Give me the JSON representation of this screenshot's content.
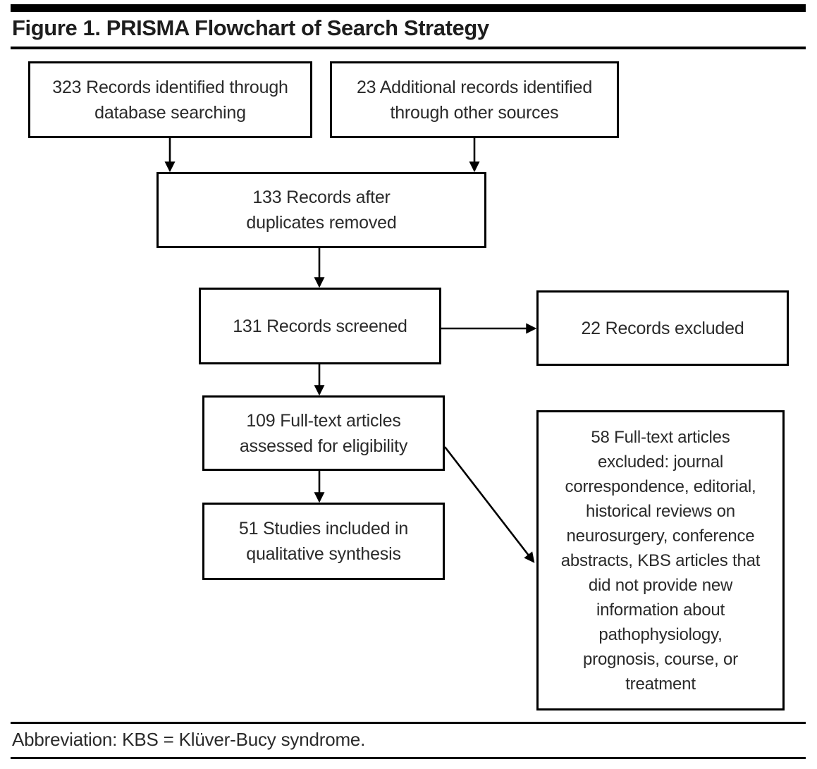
{
  "figure": {
    "title": "Figure 1. PRISMA Flowchart of Search Strategy"
  },
  "flowchart": {
    "boxes": {
      "records_identified": "323 Records identified through\ndatabase searching",
      "additional_records": "23 Additional records identified\nthrough other sources",
      "records_after_duplicates": "133 Records after\nduplicates removed",
      "records_screened": "131 Records screened",
      "records_excluded": "22 Records excluded",
      "fulltext_assessed": "109 Full-text articles\nassessed for eligibility",
      "studies_included": "51 Studies included in\nqualitative synthesis",
      "fulltext_excluded": "58 Full-text articles\nexcluded: journal\ncorrespondence, editorial,\nhistorical reviews on\nneurosurgery, conference\nabstracts, KBS articles that\ndid not provide new\ninformation about\npathophysiology,\nprognosis, course, or\ntreatment"
    },
    "connections": [
      {
        "from": "records_identified",
        "to": "records_after_duplicates"
      },
      {
        "from": "additional_records",
        "to": "records_after_duplicates"
      },
      {
        "from": "records_after_duplicates",
        "to": "records_screened"
      },
      {
        "from": "records_screened",
        "to": "records_excluded"
      },
      {
        "from": "records_screened",
        "to": "fulltext_assessed"
      },
      {
        "from": "fulltext_assessed",
        "to": "studies_included"
      },
      {
        "from": "fulltext_assessed",
        "to": "fulltext_excluded"
      }
    ]
  },
  "footer": {
    "abbreviation": "Abbreviation: KBS = Klüver-Bucy syndrome."
  },
  "colors": {
    "line": "#000000",
    "text": "#2a2a2a",
    "background": "#ffffff"
  }
}
